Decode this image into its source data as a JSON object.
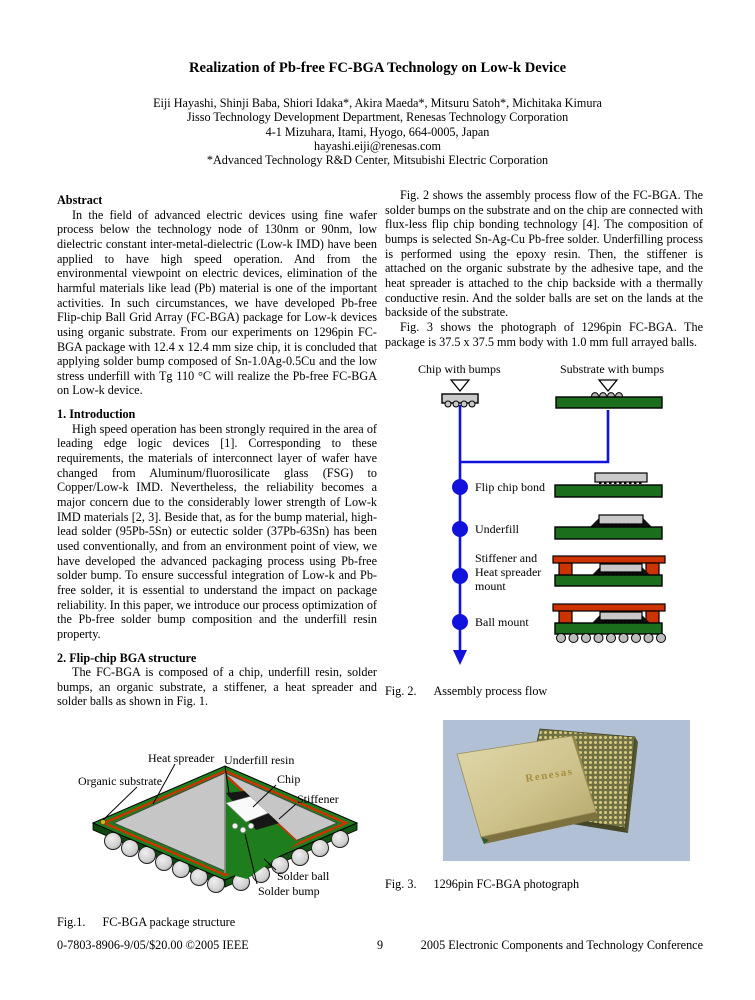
{
  "header": {
    "title": "Realization of Pb-free FC-BGA Technology on Low-k Device",
    "authors": "Eiji Hayashi, Shinji Baba, Shiori Idaka*, Akira Maeda*, Mitsuru Satoh*, Michitaka Kimura",
    "affiliation": "Jisso Technology Development Department, Renesas Technology Corporation",
    "address": "4-1 Mizuhara, Itami, Hyogo, 664-0005, Japan",
    "email": "hayashi.eiji@renesas.com",
    "footnote": "*Advanced Technology R&D Center, Mitsubishi Electric Corporation"
  },
  "abstract": {
    "heading": "Abstract",
    "body": "In the field of advanced electric devices using fine wafer process below the technology node of 130nm or 90nm, low dielectric constant inter-metal-dielectric (Low-k IMD) have been applied to have high speed operation. And from the environmental viewpoint on electric devices, elimination of the harmful materials like lead (Pb) material is one of the important activities. In such circumstances, we have developed Pb-free Flip-chip Ball Grid Array (FC-BGA) package for Low-k devices using organic substrate. From our experiments on 1296pin FC-BGA package with 12.4 x 12.4 mm size chip, it is concluded that applying solder bump composed of Sn-1.0Ag-0.5Cu and the low stress underfill with Tg 110 °C will realize the Pb-free FC-BGA on Low-k device."
  },
  "sections": [
    {
      "heading": "1. Introduction",
      "body": "High speed operation has been strongly required in the area of leading edge logic devices [1]. Corresponding to these requirements, the materials of interconnect layer of wafer have changed from Aluminum/fluorosilicate glass (FSG) to Copper/Low-k IMD. Nevertheless, the reliability becomes a major concern due to the considerably lower strength of Low-k IMD materials [2, 3]. Beside that, as for the bump material, high-lead solder (95Pb-5Sn) or eutectic solder (37Pb-63Sn) has been used conventionally, and from an environment point of view, we have developed the advanced packaging process using Pb-free solder bump. To ensure successful integration of Low-k and Pb-free solder, it is essential to understand the impact on package reliability. In this paper, we introduce our process optimization of the Pb-free solder bump composition and the underfill resin property."
    },
    {
      "heading": "2. Flip-chip BGA structure",
      "body": "The FC-BGA is composed of a chip, underfill resin, solder bumps, an organic substrate, a stiffener, a heat spreader and solder balls as shown in Fig. 1."
    }
  ],
  "right_column": {
    "para1": "Fig. 2 shows the assembly process flow of the FC-BGA. The solder bumps on the substrate and on the chip are connected with flux-less flip chip bonding technology [4]. The composition of bumps is selected Sn-Ag-Cu Pb-free solder. Underfilling process is performed using the epoxy resin. Then, the stiffener is attached on the organic substrate by the adhesive tape, and the heat spreader is attached to the chip backside with a thermally conductive resin. And the solder balls are set on the lands at the backside of the substrate.",
    "para2": "Fig. 3 shows the photograph of 1296pin FC-BGA. The package is 37.5 x 37.5 mm body with 1.0 mm full arrayed balls."
  },
  "figure1": {
    "caption_label": "Fig.1.",
    "caption_text": "FC-BGA package structure",
    "labels": {
      "heat_spreader": "Heat spreader",
      "underfill_resin": "Underfill resin",
      "organic_substrate": "Organic substrate",
      "chip": "Chip",
      "stiffener": "Stiffener",
      "solder_ball": "Solder ball",
      "solder_bump": "Solder bump"
    }
  },
  "figure2": {
    "caption_label": "Fig. 2.",
    "caption_text": "Assembly process flow",
    "top_labels": [
      "Chip with bumps",
      "Substrate with bumps"
    ],
    "steps": [
      {
        "lines": [
          "Flip chip bond"
        ]
      },
      {
        "lines": [
          "Underfill"
        ]
      },
      {
        "lines": [
          "Stiffener and",
          "Heat spreader",
          "mount"
        ]
      },
      {
        "lines": [
          "Ball mount"
        ]
      }
    ]
  },
  "figure3": {
    "caption_label": "Fig. 3.",
    "caption_text": "1296pin FC-BGA photograph",
    "logo": "Renesas"
  },
  "footer": {
    "left": "0-7803-8906-9/05/$20.00 ©2005 IEEE",
    "page": "9",
    "right": "2005 Electronic Components and Technology Conference"
  },
  "colors": {
    "flow_blue": "#1212dd",
    "substrate_green": "#1b6e1b",
    "stiffener_orange": "#cc3300",
    "chip_gray": "#c9c9c9",
    "photo_background": "#b2c0d6",
    "package_gold": "#cfc38c"
  }
}
